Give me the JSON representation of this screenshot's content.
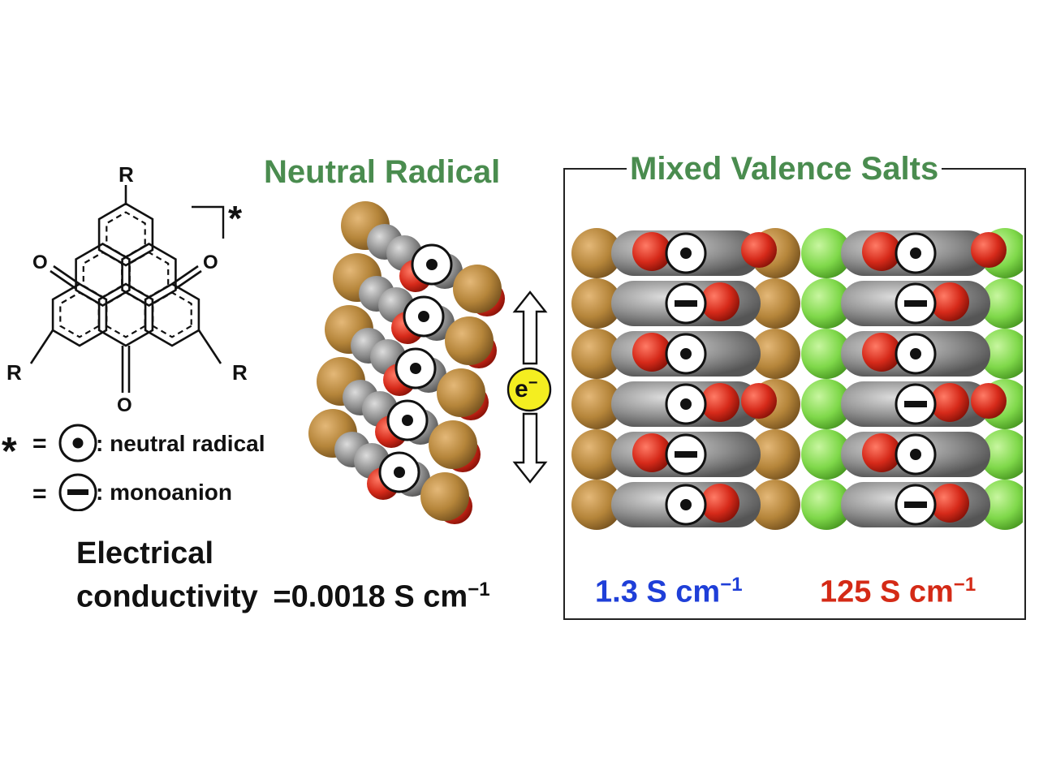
{
  "molecule": {
    "substituent": "R",
    "oxygen": "O",
    "charge_mark": "*"
  },
  "legend": {
    "star": "*",
    "equals": "=",
    "radical_label": ": neutral radical",
    "anion_label": ": monoanion"
  },
  "conductivity": {
    "line1": "Electrical",
    "line2": "conductivity",
    "equals": "=",
    "neutral_value": "0.0018 S cm",
    "mv1_value": "1.3 S cm",
    "mv2_value": "125 S cm",
    "superscript": "−1"
  },
  "neutral": {
    "title": "Neutral Radical",
    "electron_label": "e",
    "electron_sup": "−"
  },
  "mixed_valence": {
    "title": "Mixed Valence Salts",
    "stack1_sequence": [
      "radical",
      "anion",
      "radical",
      "radical",
      "anion",
      "radical"
    ],
    "stack2_sequence": [
      "radical",
      "anion",
      "radical",
      "anion",
      "radical",
      "anion"
    ]
  },
  "colors": {
    "title_green": "#4a8c4f",
    "value_blue": "#1f3fd8",
    "value_red": "#d42a16",
    "bromine": "#b5853a",
    "chlorine": "#7fd84a",
    "oxygen_red": "#d62a1a",
    "carbon_gray": "#8e8e8e",
    "electron_yellow": "#f4ee20"
  }
}
